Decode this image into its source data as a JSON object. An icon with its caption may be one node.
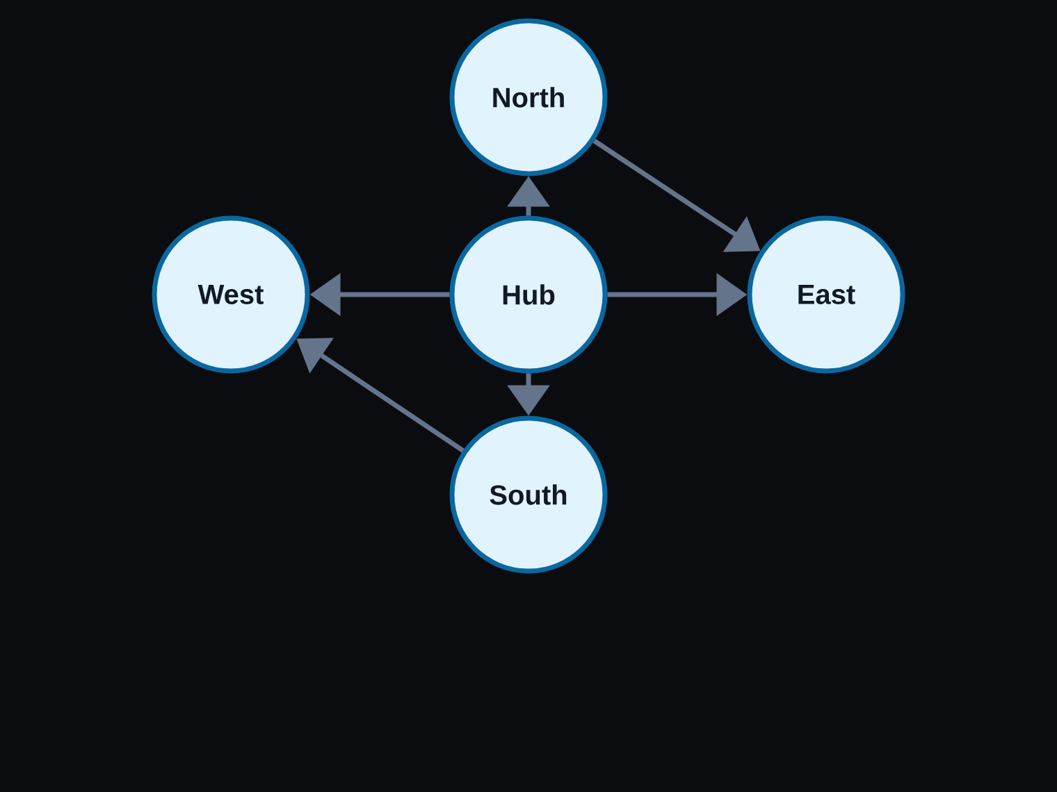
{
  "diagram": {
    "nodes": [
      {
        "text": [
          "North"
        ]
      },
      {
        "text": [
          "West"
        ]
      },
      {
        "text": [
          "Hub"
        ]
      },
      {
        "text": [
          "East"
        ]
      },
      {
        "text": [
          "South"
        ]
      }
    ],
    "edges": [
      {
        "from": 2,
        "to": 0,
        "arrow": "to"
      },
      {
        "from": 2,
        "to": 3,
        "arrow": "to"
      },
      {
        "from": 2,
        "to": 1,
        "arrow": "to"
      },
      {
        "from": 2,
        "to": 4,
        "arrow": "to"
      },
      {
        "from": 0,
        "to": 3,
        "arrow": "to"
      },
      {
        "from": 4,
        "to": 1,
        "arrow": "to"
      }
    ]
  }
}
